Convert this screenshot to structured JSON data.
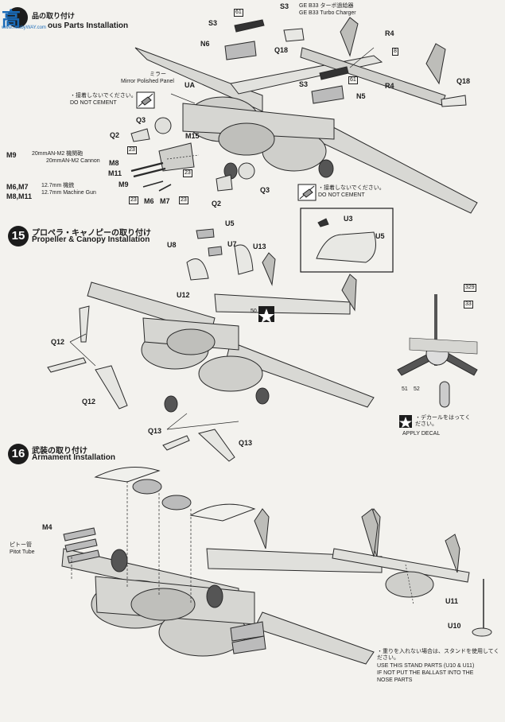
{
  "step14": {
    "title_jp_fragment": "品の取り付け",
    "title_en_fragment": "ous Parts Installation"
  },
  "step15": {
    "number": "15",
    "title_jp": "プロペラ・キャノピーの取り付け",
    "title_en": "Propeller & Canopy Installation"
  },
  "step16": {
    "number": "16",
    "title_jp": "武装の取り付け",
    "title_en": "Armament Installation"
  },
  "notes": {
    "s3_code": "S3",
    "s3_jp": "GE B33 ターボ過給器",
    "s3_en": "GE B33 Turbo Charger",
    "mirror_jp": "ミラー",
    "mirror_en": "Mirror Polished Panel",
    "no_cement_jp": "・接着しないでください。",
    "no_cement_en": "DO NOT CEMENT",
    "m9_code": "M9",
    "m9_jp": "20mmAN-M2 機関砲",
    "m9_en": "20mmAN-M2 Cannon",
    "m6_code": "M6,M7",
    "m8_code": "M8,M11",
    "m6_jp": "12.7mm 機銃",
    "m6_en": "12.7mm Machine Gun",
    "decal_jp": "・デカールをはってください。",
    "decal_en": "APPLY DECAL",
    "pitot_jp": "ピトー管",
    "pitot_en": "Pitot Tube",
    "stand_jp": "・重りを入れない場合は、スタンドを使用してください。",
    "stand_en1": "USE THIS STAND PARTS (U10 & U11)",
    "stand_en2": "IF NOT PUT THE BALLAST INTO THE",
    "stand_en3": "NOSE PARTS"
  },
  "part_labels": {
    "s3a": "S3",
    "n6": "N6",
    "q18a": "Q18",
    "r4a": "R4",
    "r4b": "R4",
    "s3b": "S3",
    "n5": "N5",
    "q18b": "Q18",
    "ua": "UA",
    "q3a": "Q3",
    "q2a": "Q2",
    "m15": "M15",
    "m8": "M8",
    "m11": "M11",
    "m9": "M9",
    "m6": "M6",
    "m7": "M7",
    "q2b": "Q2",
    "q3b": "Q3",
    "u5a": "U5",
    "u8": "U8",
    "u7": "U7",
    "u13": "U13",
    "u12": "U12",
    "u3": "U3",
    "u5b": "U5",
    "q12a": "Q12",
    "q12b": "Q12",
    "q13a": "Q13",
    "q13b": "Q13",
    "m4": "M4",
    "u11": "U11",
    "u10": "U10"
  },
  "part_numbers": {
    "n61a": "61",
    "n61b": "61",
    "n8": "8",
    "n23a": "23",
    "n23b": "23",
    "n23c": "23",
    "n23d": "23",
    "n50": "50",
    "n329": "329",
    "n33": "33",
    "n51": "51",
    "n52": "52"
  },
  "watermark": "高",
  "watermark_sub": "www.hobbyWAY.com"
}
